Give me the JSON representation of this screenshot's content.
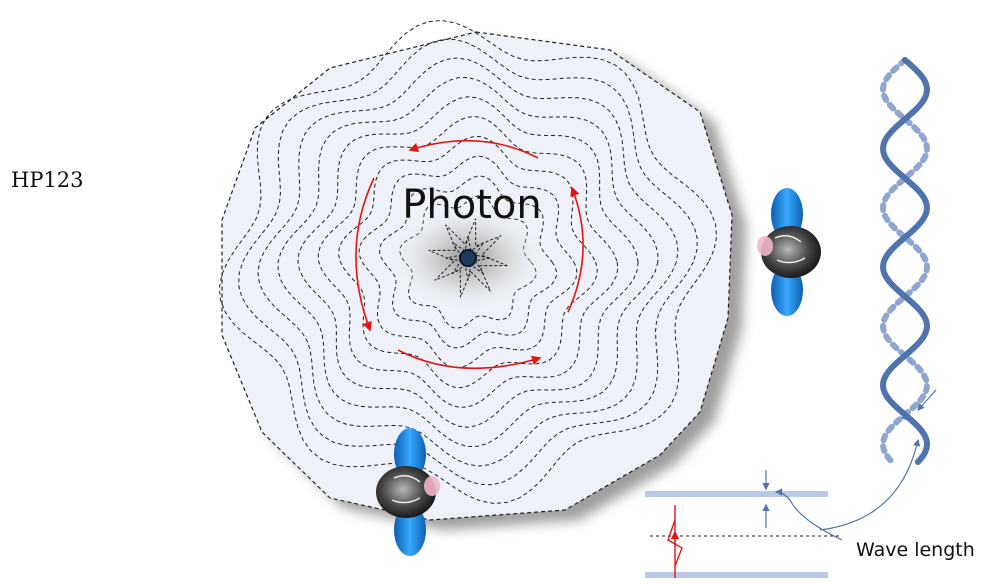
{
  "figure_code": "HP123",
  "center_label": "Photon",
  "wave_label": "Wave length",
  "colors": {
    "ring_fill": "#eef2f8",
    "ring_line": "#222222",
    "arrow_red": "#e41414",
    "wave_blue": "#4f74ad",
    "atom_blue": "#1e8fe6",
    "band_blue": "#b9c8e6"
  },
  "icons": [
    "electron-atom-icon",
    "circulating-arrow-icon",
    "helix-wave-icon"
  ]
}
